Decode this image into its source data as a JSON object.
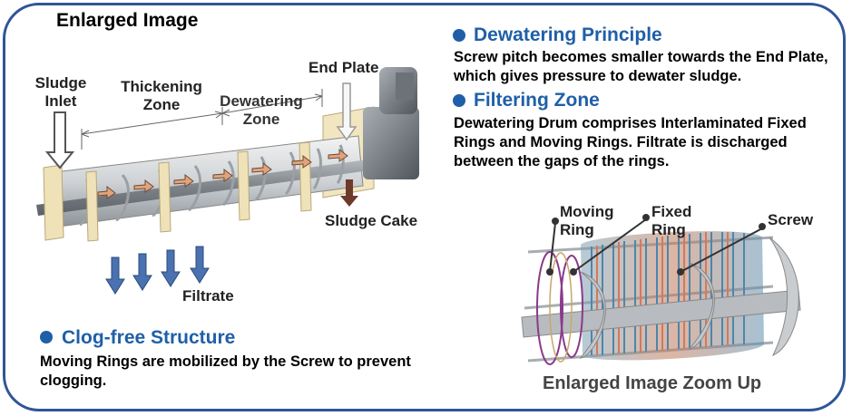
{
  "title": "Enlarged Image",
  "sections": {
    "dewatering_principle": {
      "heading": "Dewatering Principle",
      "text": "Screw pitch becomes smaller towards the End Plate, which gives pressure to dewater sludge."
    },
    "filtering_zone": {
      "heading": "Filtering Zone",
      "text": "Dewatering Drum comprises Interlaminated Fixed Rings and Moving Rings. Filtrate is discharged between the gaps of the rings."
    },
    "clog_free": {
      "heading": "Clog-free Structure",
      "text": "Moving Rings are mobilized by the Screw to prevent clogging."
    }
  },
  "machine_labels": {
    "sludge_inlet": "Sludge Inlet",
    "thickening_zone": "Thickening Zone",
    "dewatering_zone": "Dewatering Zone",
    "end_plate": "End Plate",
    "sludge_cake": "Sludge Cake",
    "filtrate": "Filtrate"
  },
  "zoom_labels": {
    "moving_ring": "Moving Ring",
    "fixed_ring": "Fixed Ring",
    "screw": "Screw",
    "caption": "Enlarged Image Zoom Up"
  },
  "colors": {
    "frame": "#2f5597",
    "heading": "#1f5fa8",
    "arrow_fill": "#e0a070",
    "filtrate_arrow": "#4a72b0"
  }
}
